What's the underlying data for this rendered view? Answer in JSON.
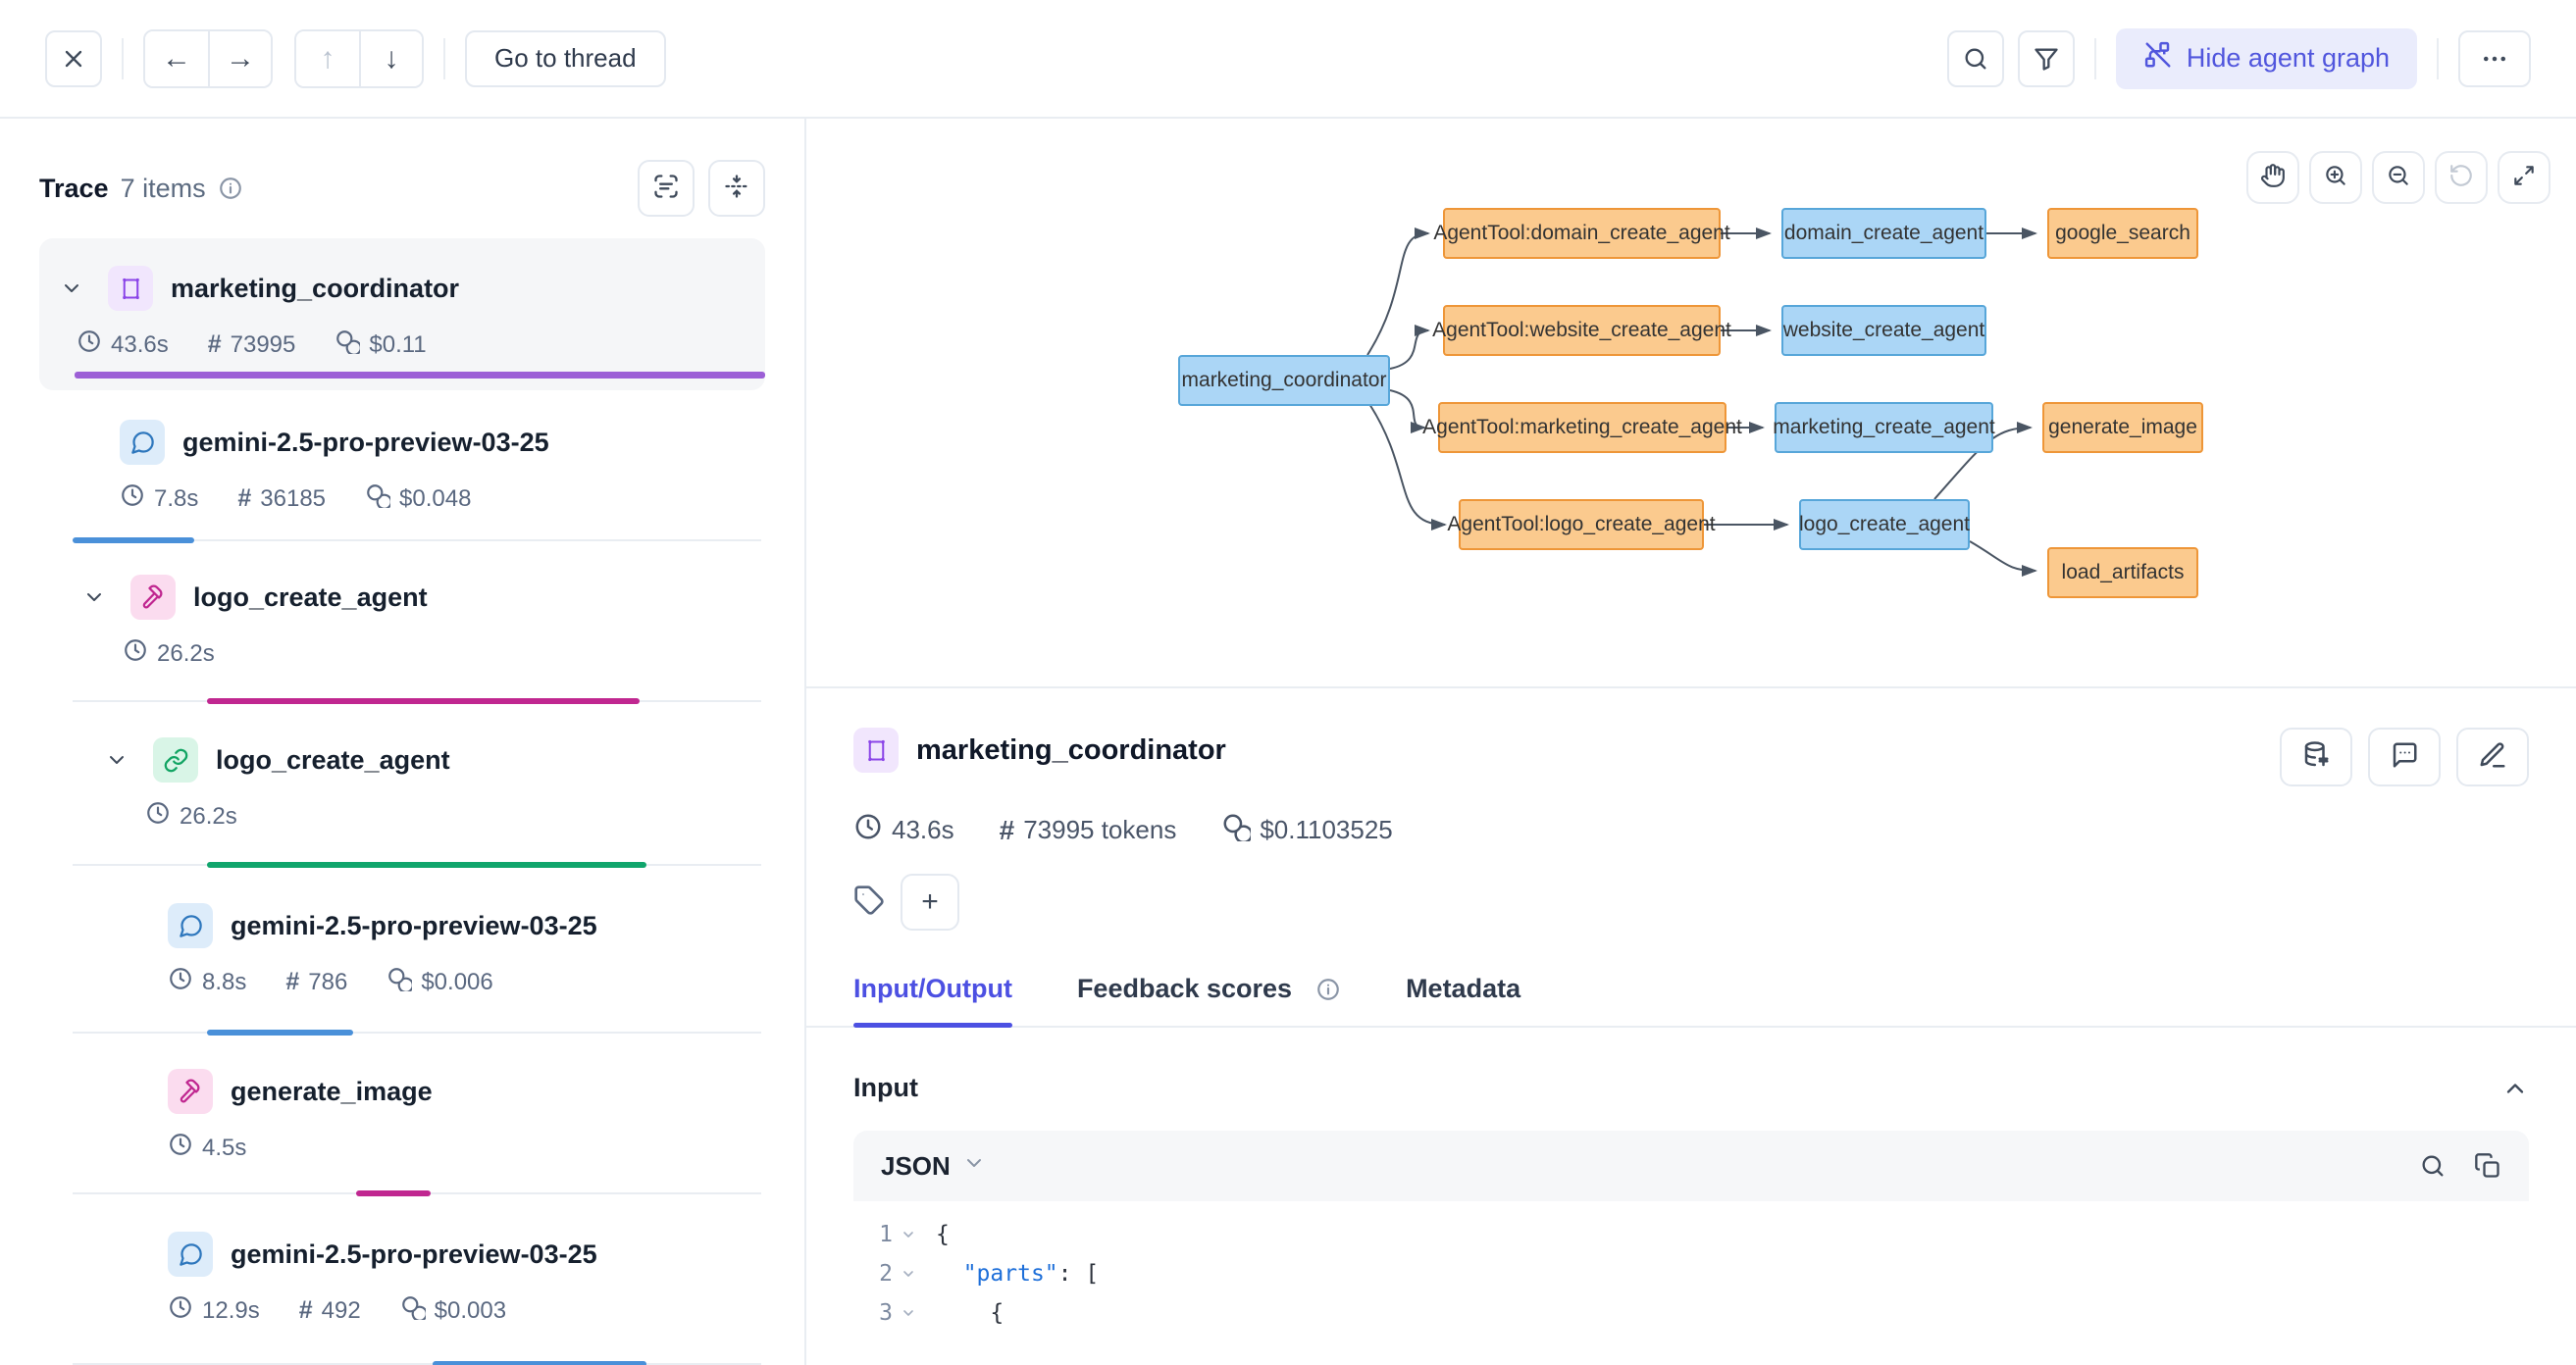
{
  "toolbar": {
    "go_to_thread": "Go to thread",
    "hide_agent_graph": "Hide agent graph"
  },
  "colors": {
    "accent_indigo": "#4c50e2",
    "pill_bg": "#eaecfc",
    "bar_purple": "#9c5fd6",
    "bar_blue": "#4a90d9",
    "bar_magenta": "#c02790",
    "bar_green": "#10a56c",
    "node_orange_fill": "#fbca8e",
    "node_orange_border": "#ee9638",
    "node_blue_fill": "#abd6f6",
    "node_blue_border": "#57a6d9"
  },
  "trace_panel": {
    "title": "Trace",
    "count": "7 items",
    "rows": [
      {
        "label": "marketing_coordinator",
        "duration": "43.6s",
        "tokens": "73995",
        "cost": "$0.11",
        "bar": {
          "start": 0,
          "width": 100,
          "color": "#9c5fd6"
        }
      },
      {
        "label": "gemini-2.5-pro-preview-03-25",
        "duration": "7.8s",
        "tokens": "36185",
        "cost": "$0.048",
        "bar": {
          "start": 0,
          "width": 17.6,
          "color": "#4a90d9"
        }
      },
      {
        "label": "logo_create_agent",
        "duration": "26.2s",
        "bar": {
          "start": 19.5,
          "width": 62.8,
          "color": "#c02790"
        }
      },
      {
        "label": "logo_create_agent",
        "duration": "26.2s",
        "bar": {
          "start": 19.5,
          "width": 63.8,
          "color": "#10a56c"
        }
      },
      {
        "label": "gemini-2.5-pro-preview-03-25",
        "duration": "8.8s",
        "tokens": "786",
        "cost": "$0.006",
        "bar": {
          "start": 19.5,
          "width": 21.2,
          "color": "#4a90d9"
        }
      },
      {
        "label": "generate_image",
        "duration": "4.5s",
        "bar": {
          "start": 41.2,
          "width": 10.8,
          "color": "#c02790"
        }
      },
      {
        "label": "gemini-2.5-pro-preview-03-25",
        "duration": "12.9s",
        "tokens": "492",
        "cost": "$0.003",
        "bar": {
          "start": 52.3,
          "width": 31.0,
          "color": "#4a90d9"
        }
      }
    ]
  },
  "graph": {
    "nodes": [
      {
        "label": "marketing_coordinator",
        "type": "agent"
      },
      {
        "label": "AgentTool:domain_create_agent",
        "type": "tool"
      },
      {
        "label": "domain_create_agent",
        "type": "agent"
      },
      {
        "label": "google_search",
        "type": "tool"
      },
      {
        "label": "AgentTool:website_create_agent",
        "type": "tool"
      },
      {
        "label": "website_create_agent",
        "type": "agent"
      },
      {
        "label": "AgentTool:marketing_create_agent",
        "type": "tool"
      },
      {
        "label": "marketing_create_agent",
        "type": "agent"
      },
      {
        "label": "generate_image",
        "type": "tool"
      },
      {
        "label": "AgentTool:logo_create_agent",
        "type": "tool"
      },
      {
        "label": "logo_create_agent",
        "type": "agent"
      },
      {
        "label": "load_artifacts",
        "type": "tool"
      }
    ]
  },
  "details": {
    "title": "marketing_coordinator",
    "duration": "43.6s",
    "tokens": "73995 tokens",
    "cost": "$0.1103525",
    "tabs": [
      {
        "label": "Input/Output"
      },
      {
        "label": "Feedback scores"
      },
      {
        "label": "Metadata"
      }
    ],
    "input": {
      "section": "Input",
      "format": "JSON",
      "code": [
        {
          "n": "1",
          "segments": [
            {
              "t": "{",
              "c": ""
            }
          ]
        },
        {
          "n": "2",
          "segments": [
            {
              "t": "  ",
              "c": ""
            },
            {
              "t": "\"parts\"",
              "c": "key"
            },
            {
              "t": ": [",
              "c": ""
            }
          ]
        },
        {
          "n": "3",
          "segments": [
            {
              "t": "    {",
              "c": ""
            }
          ]
        }
      ]
    }
  }
}
